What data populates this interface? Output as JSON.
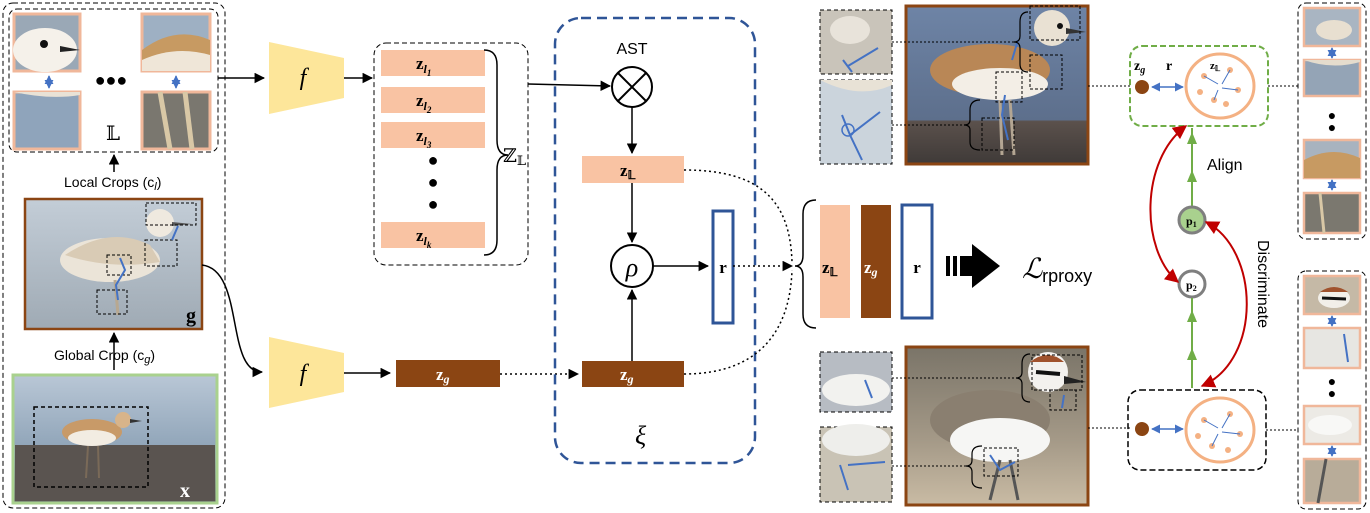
{
  "labels": {
    "local_set": "𝕃",
    "local_crops": "Local Crops (c",
    "local_crops_sub": "l",
    "global_img": "g",
    "global_crop": "Global Crop (c",
    "global_crop_sub": "g",
    "input_img": "x",
    "encoder": "f",
    "z": "z",
    "ellipsis_dots": "●●●",
    "zl_brace": "ℤ",
    "zl_brace_sub": "𝕃",
    "ast": "AST",
    "rho": "ρ",
    "r": "r",
    "xi": "ξ",
    "loss": "ℒ",
    "loss_sub": "rproxy",
    "align": "Align",
    "discriminate": "Discriminate",
    "p1": "p",
    "p1_sub": "1",
    "p2": "p",
    "p2_sub": "2"
  },
  "local_embeddings": [
    {
      "sub": "l",
      "subsub": "1"
    },
    {
      "sub": "l",
      "subsub": "2"
    },
    {
      "sub": "l",
      "subsub": "3"
    },
    {
      "sub": "l",
      "subsub": "k"
    }
  ],
  "colors": {
    "local_emb": "#f9c3a3",
    "global_emb": "#8b4513",
    "encoder": "#fde69a",
    "xi_border": "#2f5597",
    "r_border": "#2f5597",
    "align_green": "#70ad47",
    "discriminate_red": "#c00000",
    "graph_peach": "#f4b183",
    "dashed_green": "#70ad47",
    "arrow_blue": "#4472c4",
    "photo_frame": "#8b4513",
    "input_frame": "#a9d18e"
  }
}
